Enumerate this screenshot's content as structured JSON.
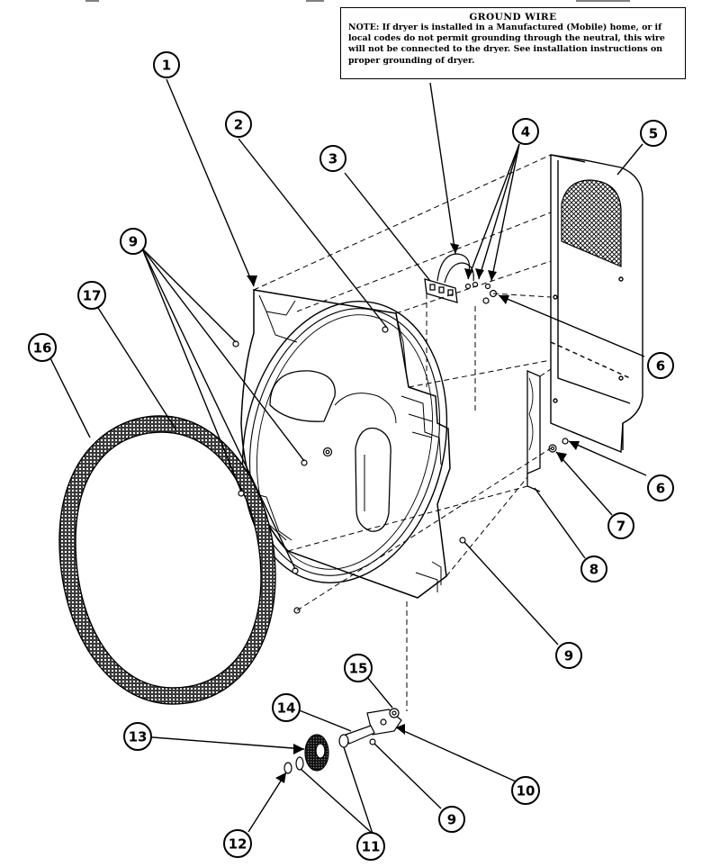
{
  "note": {
    "title": "GROUND WIRE",
    "label": "NOTE:",
    "text": "If dryer is installed in a Manufactured (Mobile) home, or if local codes do not permit grounding through the neutral, this wire will not be connected to the dryer. See installation instructions on proper grounding of dryer."
  },
  "callouts": [
    "1",
    "2",
    "3",
    "4",
    "5",
    "6",
    "6",
    "7",
    "8",
    "9",
    "9",
    "9",
    "10",
    "11",
    "12",
    "13",
    "14",
    "15",
    "16",
    "17"
  ]
}
